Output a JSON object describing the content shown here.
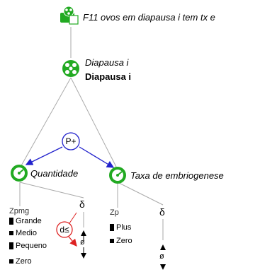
{
  "top_node": {
    "label": "F11 ovos em diapausa i tem tx e",
    "icon": "ecological-entity-icon",
    "color": "#22aa22"
  },
  "entity_node": {
    "label_italic": "Diapausa i",
    "label_bold": "Diapausa i",
    "icon": "entity-icon",
    "color": "#22aa22"
  },
  "influence_node": {
    "label": "P+",
    "color": "#2222cc"
  },
  "quantity_left": {
    "label": "Quantidade",
    "space_name": "Zpmg",
    "values": [
      "Grande",
      "Medio",
      "Pequeno",
      "Zero"
    ],
    "derivative_symbol": "δ",
    "derivative_value": "ø",
    "inequality": "d≤",
    "inequality_color": "#dd2222"
  },
  "quantity_right": {
    "label": "Taxa de embriogenese",
    "space_name": "Zp",
    "values": [
      "Plus",
      "Zero"
    ],
    "derivative_symbol": "δ",
    "derivative_value": "ø"
  }
}
